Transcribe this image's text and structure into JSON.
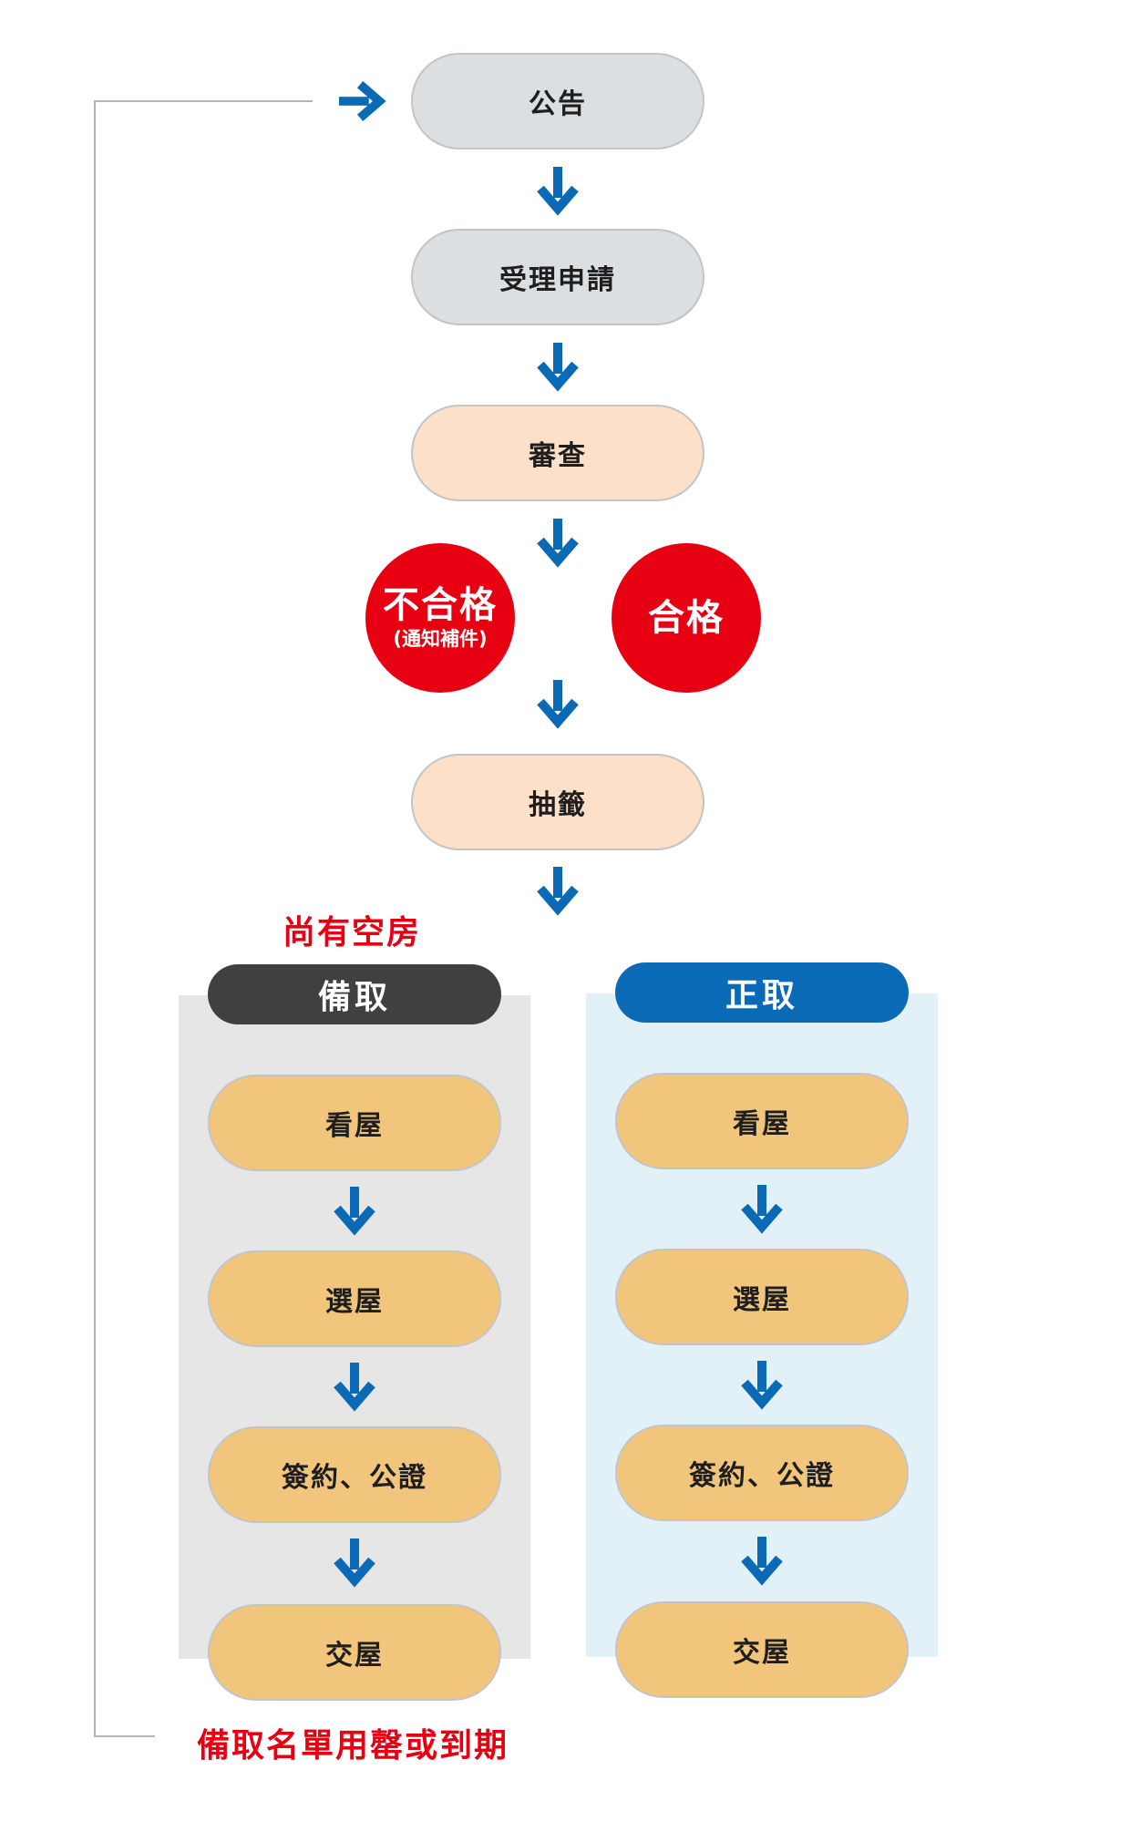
{
  "flow": {
    "announcement": "公告",
    "apply": "受理申請",
    "review": "審查",
    "fail": {
      "label": "不合格",
      "note": "(通知補件)"
    },
    "pass": "合格",
    "lottery": "抽籤"
  },
  "vacancy_note": "尚有空房",
  "loop_note": "備取名單用罄或到期",
  "columns": {
    "waitlist": {
      "title": "備取",
      "steps": [
        "看屋",
        "選屋",
        "簽約、公證",
        "交屋"
      ]
    },
    "admitted": {
      "title": "正取",
      "steps": [
        "看屋",
        "選屋",
        "簽約、公證",
        "交屋"
      ]
    }
  },
  "colors": {
    "arrow_blue": "#0a6ab5",
    "circle_red": "#e60012",
    "waitlist_header": "#3f4042",
    "admitted_header": "#0a6ab5",
    "waitlist_panel": "#e6e6e6",
    "admitted_panel": "#e2f0f8",
    "step_gold": "#f2c57d",
    "peach": "#fce0c9",
    "gray": "#dcdfe1"
  }
}
